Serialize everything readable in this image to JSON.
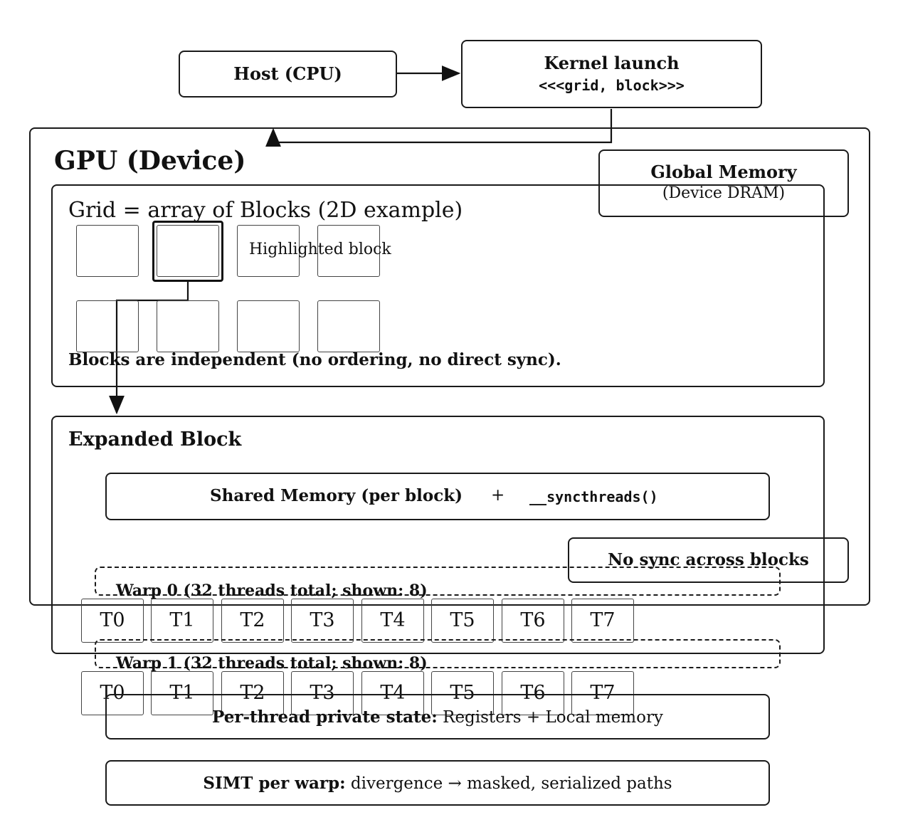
{
  "host": {
    "label": "Host (CPU)"
  },
  "kernel": {
    "title": "Kernel launch",
    "code": "<<<grid, block>>>"
  },
  "gpu": {
    "title": "GPU (Device)"
  },
  "global_memory": {
    "title": "Global Memory",
    "subtitle": "(Device DRAM)"
  },
  "grid": {
    "title": "Grid = array of Blocks (2D example)",
    "highlight_label": "Highlighted block",
    "note": "Blocks are independent (no ordering, no direct sync)."
  },
  "expanded_block": {
    "title": "Expanded Block",
    "shared_memory": "Shared Memory (per block)",
    "plus": "+",
    "sync_fn": "__syncthreads()"
  },
  "no_sync": {
    "label": "No sync across blocks"
  },
  "warps": [
    {
      "label": "Warp 0 (32 threads total; shown: 8)",
      "threads": [
        "T0",
        "T1",
        "T2",
        "T3",
        "T4",
        "T5",
        "T6",
        "T7"
      ]
    },
    {
      "label": "Warp 1 (32 threads total; shown: 8)",
      "threads": [
        "T0",
        "T1",
        "T2",
        "T3",
        "T4",
        "T5",
        "T6",
        "T7"
      ]
    }
  ],
  "per_thread": {
    "bold": "Per-thread private state:",
    "rest": "Registers + Local memory"
  },
  "simt": {
    "bold": "SIMT per warp:",
    "rest": "divergence → masked, serialized paths"
  }
}
